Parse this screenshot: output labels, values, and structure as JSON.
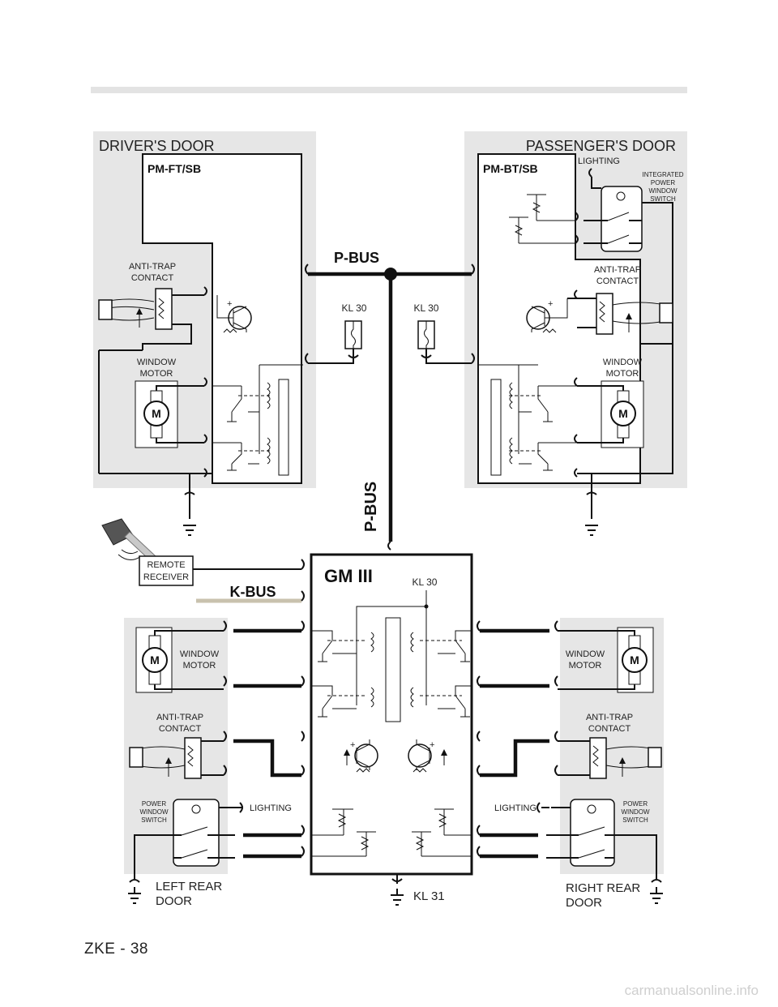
{
  "doors": {
    "driver": {
      "title": "DRIVER'S DOOR",
      "module": "PM-FT/SB",
      "anti_trap": [
        "ANTI-TRAP",
        "CONTACT"
      ],
      "motor": [
        "WINDOW",
        "MOTOR"
      ]
    },
    "passenger": {
      "title": "PASSENGER'S DOOR",
      "module": "PM-BT/SB",
      "lighting": "LIGHTING",
      "switch": [
        "INTEGRATED",
        "POWER",
        "WINDOW",
        "SWITCH"
      ],
      "anti_trap": [
        "ANTI-TRAP",
        "CONTACT"
      ],
      "motor": [
        "WINDOW",
        "MOTOR"
      ]
    },
    "left_rear": {
      "title": [
        "LEFT REAR",
        "DOOR"
      ],
      "motor": [
        "WINDOW",
        "MOTOR"
      ],
      "anti_trap": [
        "ANTI-TRAP",
        "CONTACT"
      ],
      "switch": [
        "POWER",
        "WINDOW",
        "SWITCH"
      ],
      "lighting": "LIGHTING"
    },
    "right_rear": {
      "title": [
        "RIGHT REAR",
        "DOOR"
      ],
      "motor": [
        "WINDOW",
        "MOTOR"
      ],
      "anti_trap": [
        "ANTI-TRAP",
        "CONTACT"
      ],
      "switch": [
        "POWER",
        "WINDOW",
        "SWITCH"
      ],
      "lighting": "LIGHTING"
    }
  },
  "bus": {
    "p_bus": "P-BUS",
    "p_bus_vertical": "P-BUS",
    "k_bus": "K-BUS"
  },
  "fuses": {
    "left": "KL 30",
    "right": "KL 30"
  },
  "central": {
    "name": "GM III",
    "kl30": "KL 30",
    "kl31": "KL 31"
  },
  "remote": [
    "REMOTE",
    "RECEIVER"
  ],
  "motor_symbol": "M",
  "footer": "ZKE - 38",
  "watermark": "carmanualsonline.info",
  "colors": {
    "panel": "#e6e6e6",
    "kbus": "#c9c2ae",
    "topbar": "#e3e3e3"
  }
}
